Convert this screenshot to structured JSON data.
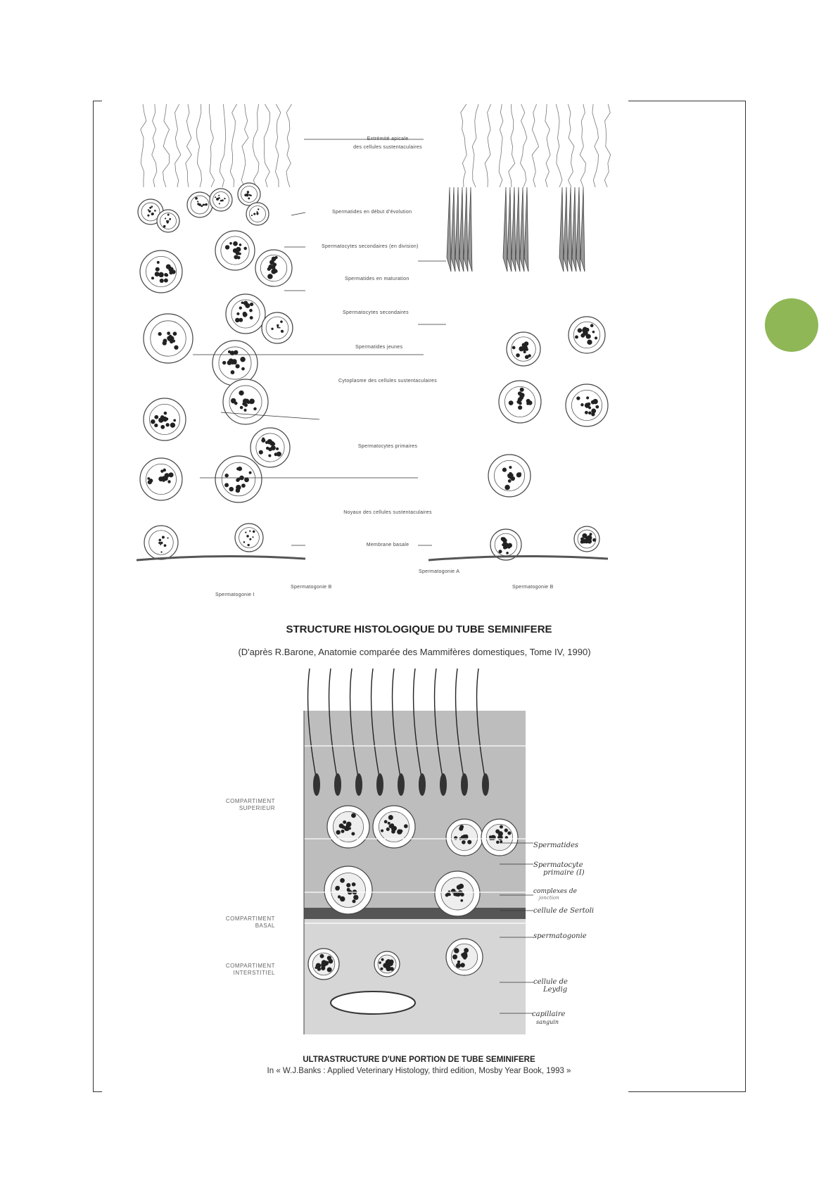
{
  "accent_color": "#8fb755",
  "figure1": {
    "labels": {
      "apical_1": "Extrémité apicale",
      "apical_2": "des cellules sustentaculaires",
      "spermatides_debut": "Spermatides en début d'évolution",
      "spermatocytes_sec_div": "Spermatocytes secondaires (en division)",
      "spermatides_maturation": "Spermatides en maturation",
      "spermatocytes_sec": "Spermatocytes secondaires",
      "spermatides_jeunes": "Spermatides jeunes",
      "cytoplasme": "Cytoplasme des cellules sustentaculaires",
      "spermatocytes_prim": "Spermatocytes primaires",
      "noyaux": "Noyaux des cellules sustentaculaires",
      "membrane": "Membrane basale",
      "spermatogonie_a": "Spermatogonie A",
      "spermatogonie_b_left": "Spermatogonie B",
      "spermatogonie_b_right": "Spermatogonie B",
      "spermatogonie_i": "Spermatogonie I"
    },
    "title": "STRUCTURE HISTOLOGIQUE DU TUBE SEMINIFERE",
    "citation": "(D'après R.Barone, Anatomie comparée des Mammifères domestiques, Tome IV, 1990)"
  },
  "figure2": {
    "compartments": {
      "sup_1": "COMPARTIMENT",
      "sup_2": "SUPERIEUR",
      "basal_1": "COMPARTIMENT",
      "basal_2": "BASAL",
      "inter_1": "COMPARTIMENT",
      "inter_2": "INTERSTITIEL"
    },
    "labels": {
      "spermatides": "Spermatides",
      "spermatocyte_1": "Spermatocyte",
      "spermatocyte_2": "primaire (I)",
      "complexes_1": "complexes de",
      "complexes_2": "jonction",
      "sertoli": "cellule de Sertoli",
      "spermatogonie": "spermatogonie",
      "leydig_1": "cellule de",
      "leydig_2": "Leydig",
      "capillaire_1": "capillaire",
      "capillaire_2": "sanguin"
    },
    "title": "ULTRASTRUCTURE D'UNE PORTION DE TUBE SEMINIFERE",
    "citation": "In « W.J.Banks : Applied Veterinary Histology, third edition, Mosby Year Book, 1993 »"
  }
}
